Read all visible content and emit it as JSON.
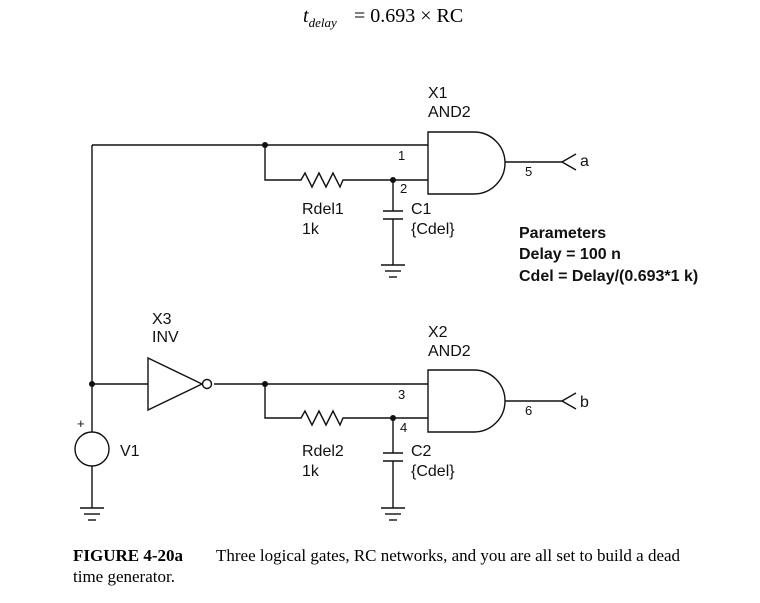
{
  "equation": {
    "lhs": "t",
    "lhs_sub": "delay",
    "rhs": "= 0.693 × RC"
  },
  "gates": {
    "x1": {
      "name": "X1",
      "type": "AND2",
      "pin_in1": "1",
      "pin_in2": "2",
      "pin_out": "5",
      "out_label": "a"
    },
    "x2": {
      "name": "X2",
      "type": "AND2",
      "pin_in1": "3",
      "pin_in2": "4",
      "pin_out": "6",
      "out_label": "b"
    },
    "x3": {
      "name": "X3",
      "type": "INV"
    }
  },
  "resistors": {
    "r1": {
      "name": "Rdel1",
      "value": "1k"
    },
    "r2": {
      "name": "Rdel2",
      "value": "1k"
    }
  },
  "capacitors": {
    "c1": {
      "name": "C1",
      "value": "{Cdel}"
    },
    "c2": {
      "name": "C2",
      "value": "{Cdel}"
    }
  },
  "source": {
    "name": "V1",
    "polarity": "+"
  },
  "parameters": {
    "title": "Parameters",
    "line1": "Delay = 100 n",
    "line2": "Cdel = Delay/(0.693*1 k)"
  },
  "caption": {
    "label": "FIGURE 4-20a",
    "line1": "Three logical gates, RC networks, and you are all set to build a dead",
    "line2": "time generator."
  }
}
